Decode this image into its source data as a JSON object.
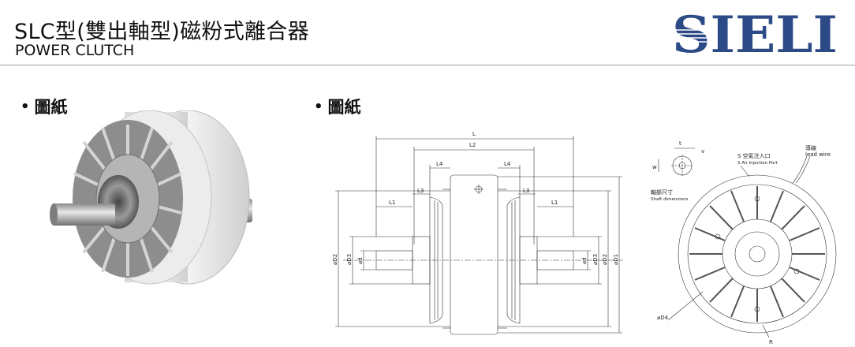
{
  "header": {
    "title": "SLC型(雙出軸型)磁粉式離合器",
    "subtitle": "POWER CLUTCH",
    "brand": "SIELI",
    "brand_color": "#2c4a86"
  },
  "sections": [
    {
      "bullet": "•",
      "label": "圖紙"
    },
    {
      "bullet": "•",
      "label": "圖紙"
    }
  ],
  "drawing": {
    "dims": {
      "L": "L",
      "L2": "L2",
      "L4": "L4",
      "L3": "L3",
      "L1": "L1",
      "D1": "⌀D1",
      "D2": "⌀D2",
      "D3": "⌀D3",
      "d": "⌀d",
      "D4": "⌀D4",
      "R": "R",
      "t": "t",
      "v": "v",
      "w": "w"
    },
    "notes": {
      "air_zh": "S 空氣注入口",
      "air_en": "S Air Injection Port",
      "wire_zh": "導線",
      "wire_en": "lead wire",
      "shaft_zh": "軸部尺寸",
      "shaft_en": "Shaft dimensions"
    }
  }
}
